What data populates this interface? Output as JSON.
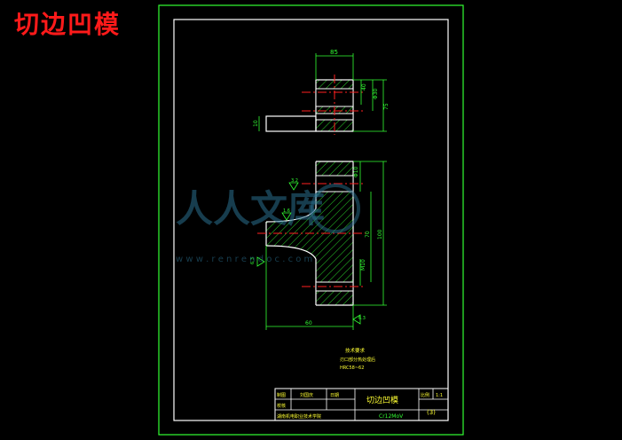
{
  "page_title": "切边凹模",
  "colors": {
    "background": "#000000",
    "outer_frame": "#33ff33",
    "inner_frame": "#ffffff",
    "outline": "#ffffff",
    "center_line": "#ff2020",
    "dimension": "#33ff33",
    "hatch": "#33ff33",
    "title_red": "#ff1a1a",
    "watermark": "#2a6f8e"
  },
  "dimensions": {
    "top_width": "85",
    "top_d1": "40",
    "top_d2": "Φ30",
    "top_d3": "75",
    "shank_h": "10",
    "sec_upper": "Φ10",
    "sec_mid": "70",
    "sec_full": "100",
    "sec_lower": "M10",
    "sec_width": "60"
  },
  "roughness": {
    "r1": "3.2",
    "r2": "1.6",
    "r3": "6.3",
    "r4": "6.3"
  },
  "notes": {
    "title": "技术要求",
    "line1": "刃口部分热处理后",
    "line2": "HRC58~62"
  },
  "title_block": {
    "designer_label": "制图",
    "checker_label": "校核",
    "col2": "刘国庆",
    "col3": "日期",
    "part_name": "切边凹模",
    "material": "Cr12MoV",
    "ratio_label": "比例",
    "ratio": "1:1",
    "drawing_no": "(3)",
    "school": "湖南机电职业技术学院"
  },
  "watermark": {
    "text": "人人文库",
    "url": "w w w . r e n r e n d o c . c o m"
  }
}
